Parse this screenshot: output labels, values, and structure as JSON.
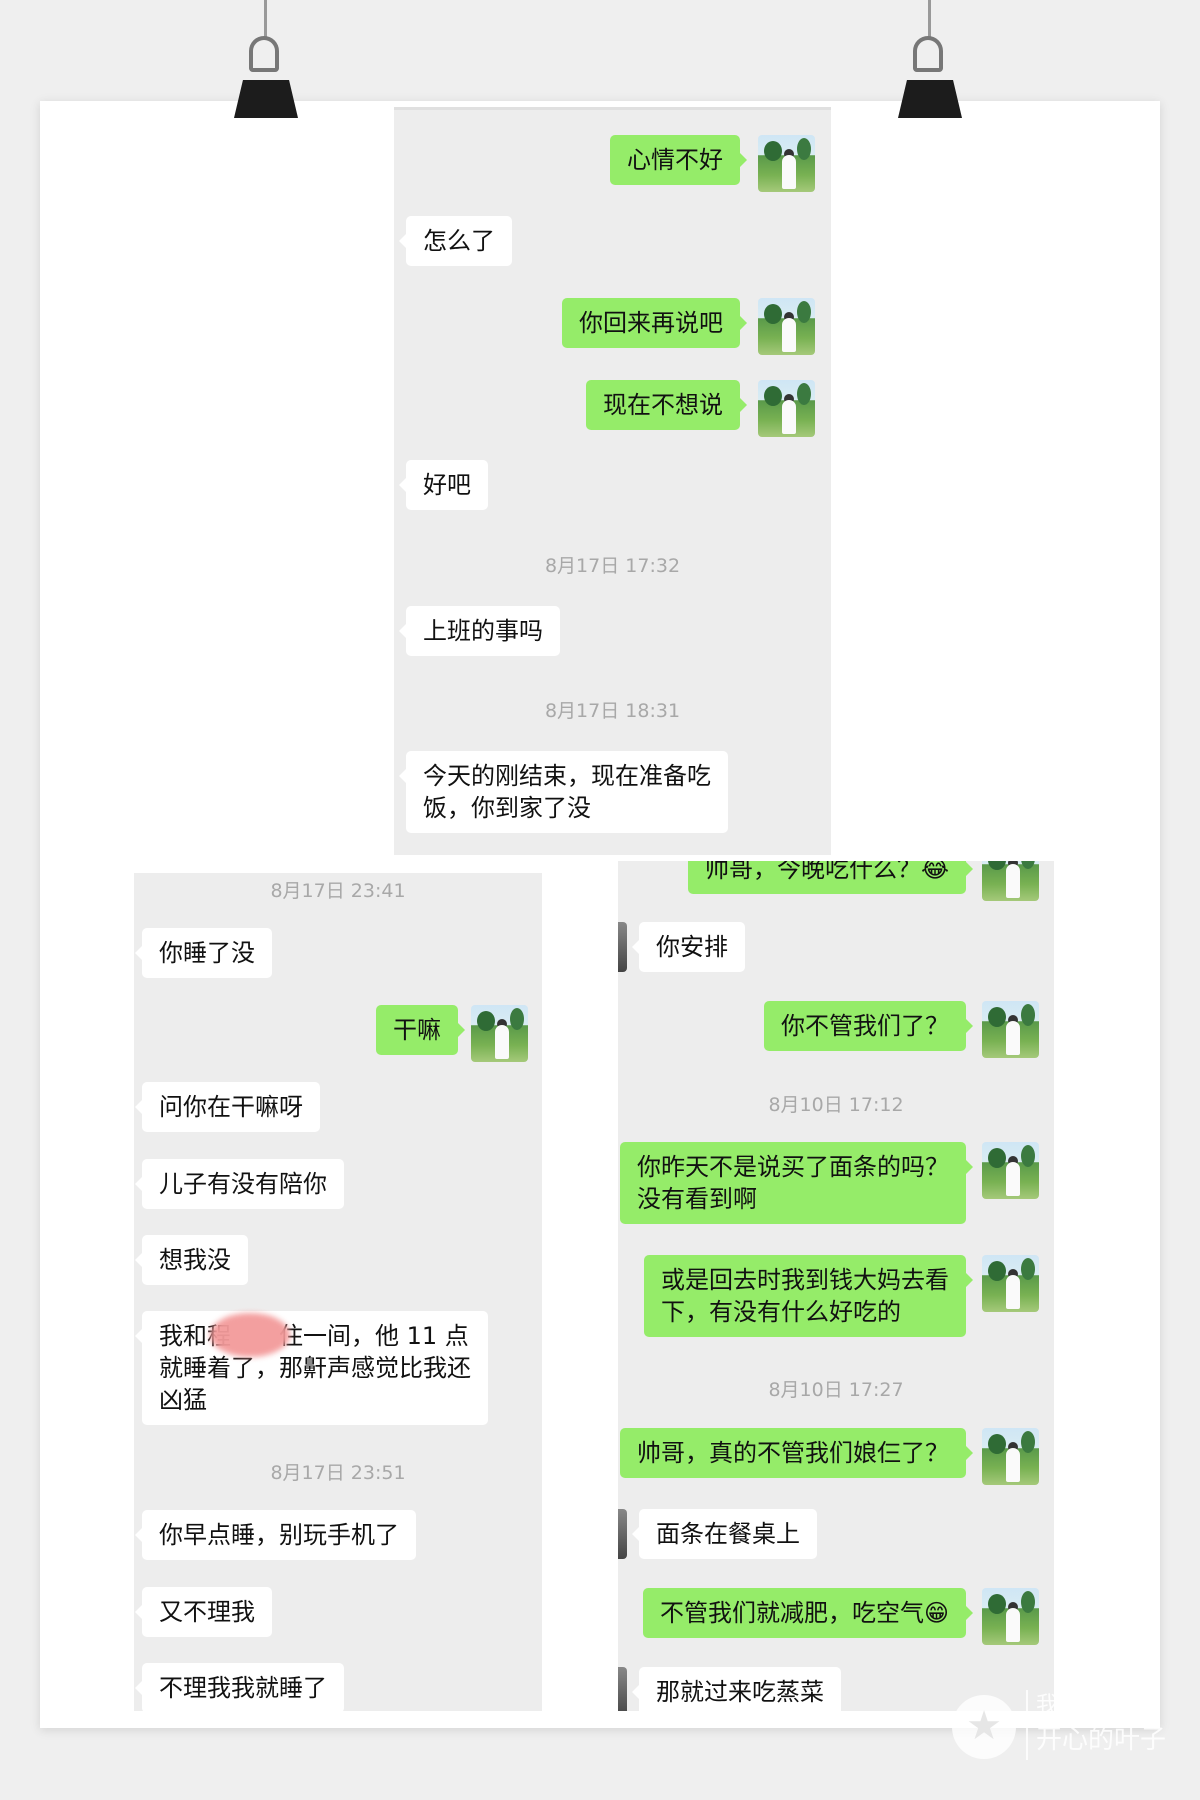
{
  "panels": [
    {
      "id": "top",
      "messages": [
        {
          "type": "msg",
          "side": "right",
          "text": "心情不好"
        },
        {
          "type": "msg",
          "side": "left",
          "text": "怎么了"
        },
        {
          "type": "msg",
          "side": "right",
          "text": "你回来再说吧"
        },
        {
          "type": "msg",
          "side": "right",
          "text": "现在不想说"
        },
        {
          "type": "msg",
          "side": "left",
          "text": "好吧"
        },
        {
          "type": "time",
          "text": "8月17日 17:32"
        },
        {
          "type": "msg",
          "side": "left",
          "text": "上班的事吗"
        },
        {
          "type": "time",
          "text": "8月17日 18:31"
        },
        {
          "type": "msg",
          "side": "left",
          "text": "今天的刚结束，现在准备吃\n饭，你到家了没"
        }
      ]
    },
    {
      "id": "bottom-left",
      "messages": [
        {
          "type": "time",
          "text": "8月17日 23:41"
        },
        {
          "type": "msg",
          "side": "left",
          "text": "你睡了没"
        },
        {
          "type": "msg",
          "side": "right",
          "text": "干嘛"
        },
        {
          "type": "msg",
          "side": "left",
          "text": "问你在干嘛呀"
        },
        {
          "type": "msg",
          "side": "left",
          "text": "儿子有没有陪你"
        },
        {
          "type": "msg",
          "side": "left",
          "text": "想我没"
        },
        {
          "type": "msg",
          "side": "left",
          "text": "我和程　　住一间，他 11 点\n就睡着了，那鼾声感觉比我还\n凶猛",
          "redacted": true
        },
        {
          "type": "time",
          "text": "8月17日 23:51"
        },
        {
          "type": "msg",
          "side": "left",
          "text": "你早点睡，别玩手机了"
        },
        {
          "type": "msg",
          "side": "left",
          "text": "又不理我"
        },
        {
          "type": "msg",
          "side": "left",
          "text": "不理我我就睡了"
        }
      ]
    },
    {
      "id": "bottom-right",
      "messages": [
        {
          "type": "msg",
          "side": "right",
          "text": "帅哥，今晚吃什么？😂"
        },
        {
          "type": "msg",
          "side": "left",
          "text": "你安排"
        },
        {
          "type": "msg",
          "side": "right",
          "text": "你不管我们了？"
        },
        {
          "type": "time",
          "text": "8月10日 17:12"
        },
        {
          "type": "msg",
          "side": "right",
          "text": "你昨天不是说买了面条的吗？\n没有看到啊"
        },
        {
          "type": "msg",
          "side": "right",
          "text": "或是回去时我到钱大妈去看\n下，有没有什么好吃的"
        },
        {
          "type": "time",
          "text": "8月10日 17:27"
        },
        {
          "type": "msg",
          "side": "right",
          "text": "帅哥，真的不管我们娘仨了？"
        },
        {
          "type": "msg",
          "side": "left",
          "text": "面条在餐桌上"
        },
        {
          "type": "msg",
          "side": "right",
          "text": "不管我们就减肥，吃空气😁"
        },
        {
          "type": "msg",
          "side": "left",
          "text": "那就过来吃蒸菜"
        }
      ]
    }
  ],
  "watermark": {
    "line1": "我",
    "line2": "开心的叶子"
  },
  "colors": {
    "sent_bubble": "#95ec69",
    "received_bubble": "#ffffff",
    "chat_bg": "#ededed"
  }
}
